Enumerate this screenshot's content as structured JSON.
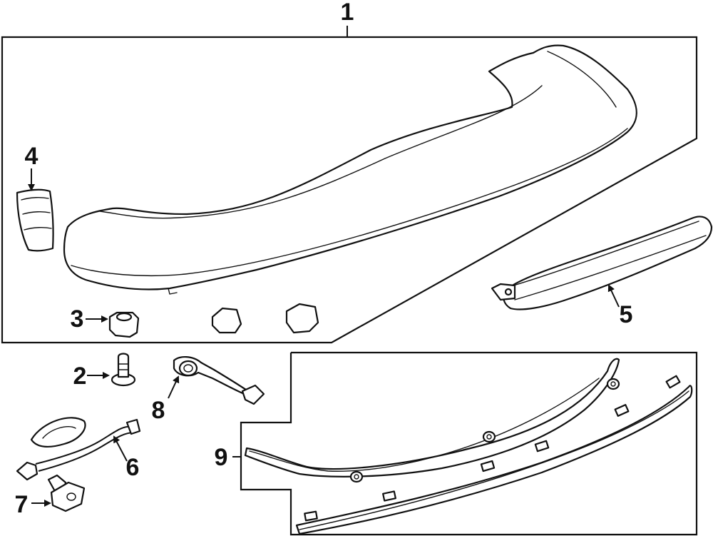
{
  "callouts": [
    {
      "id": "1",
      "label": "1"
    },
    {
      "id": "2",
      "label": "2"
    },
    {
      "id": "3",
      "label": "3"
    },
    {
      "id": "4",
      "label": "4"
    },
    {
      "id": "5",
      "label": "5"
    },
    {
      "id": "6",
      "label": "6"
    },
    {
      "id": "7",
      "label": "7"
    },
    {
      "id": "8",
      "label": "8"
    },
    {
      "id": "9",
      "label": "9"
    }
  ],
  "parts": [
    {
      "ref": "1",
      "icon": "spoiler-assembly-drawing"
    },
    {
      "ref": "2",
      "icon": "push-rivet-drawing"
    },
    {
      "ref": "3",
      "icon": "clip-nut-drawing"
    },
    {
      "ref": "4",
      "icon": "end-cap-drawing"
    },
    {
      "ref": "5",
      "icon": "high-mount-stop-lamp-drawing"
    },
    {
      "ref": "6",
      "icon": "washer-hose-drawing"
    },
    {
      "ref": "7",
      "icon": "washer-nozzle-drawing"
    },
    {
      "ref": "8",
      "icon": "hose-connector-drawing"
    },
    {
      "ref": "9",
      "icon": "seal-strip-drawing"
    }
  ]
}
